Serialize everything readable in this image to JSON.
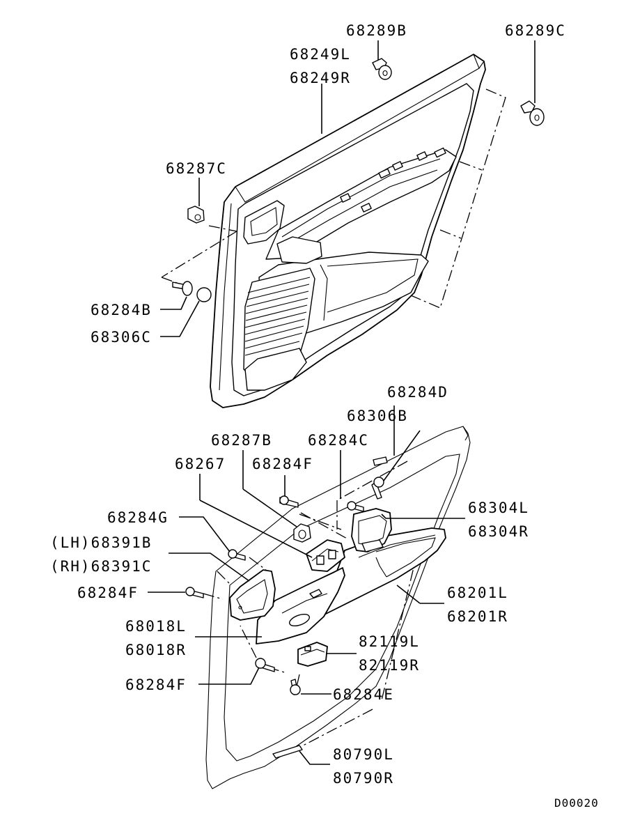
{
  "diagram": {
    "labels": {
      "p68289B": "68289B",
      "p68289C": "68289C",
      "p68249L": "68249L",
      "p68249R": "68249R",
      "p68287C": "68287C",
      "p68284B": "68284B",
      "p68306C": "68306C",
      "p68284D": "68284D",
      "p68306B": "68306B",
      "p68287B": "68287B",
      "p68284C": "68284C",
      "p68267": "68267",
      "p68284F_top": "68284F",
      "p68284G": "68284G",
      "p68391B": "(LH)68391B",
      "p68391C": "(RH)68391C",
      "p68284F_mid": "68284F",
      "p68304L": "68304L",
      "p68304R": "68304R",
      "p68201L": "68201L",
      "p68201R": "68201R",
      "p68018L": "68018L",
      "p68018R": "68018R",
      "p82119L": "82119L",
      "p82119R": "82119R",
      "p68284F_low": "68284F",
      "p68284E": "68284E",
      "p80790L": "80790L",
      "p80790R": "80790R"
    },
    "diagram_code": "D00020"
  }
}
